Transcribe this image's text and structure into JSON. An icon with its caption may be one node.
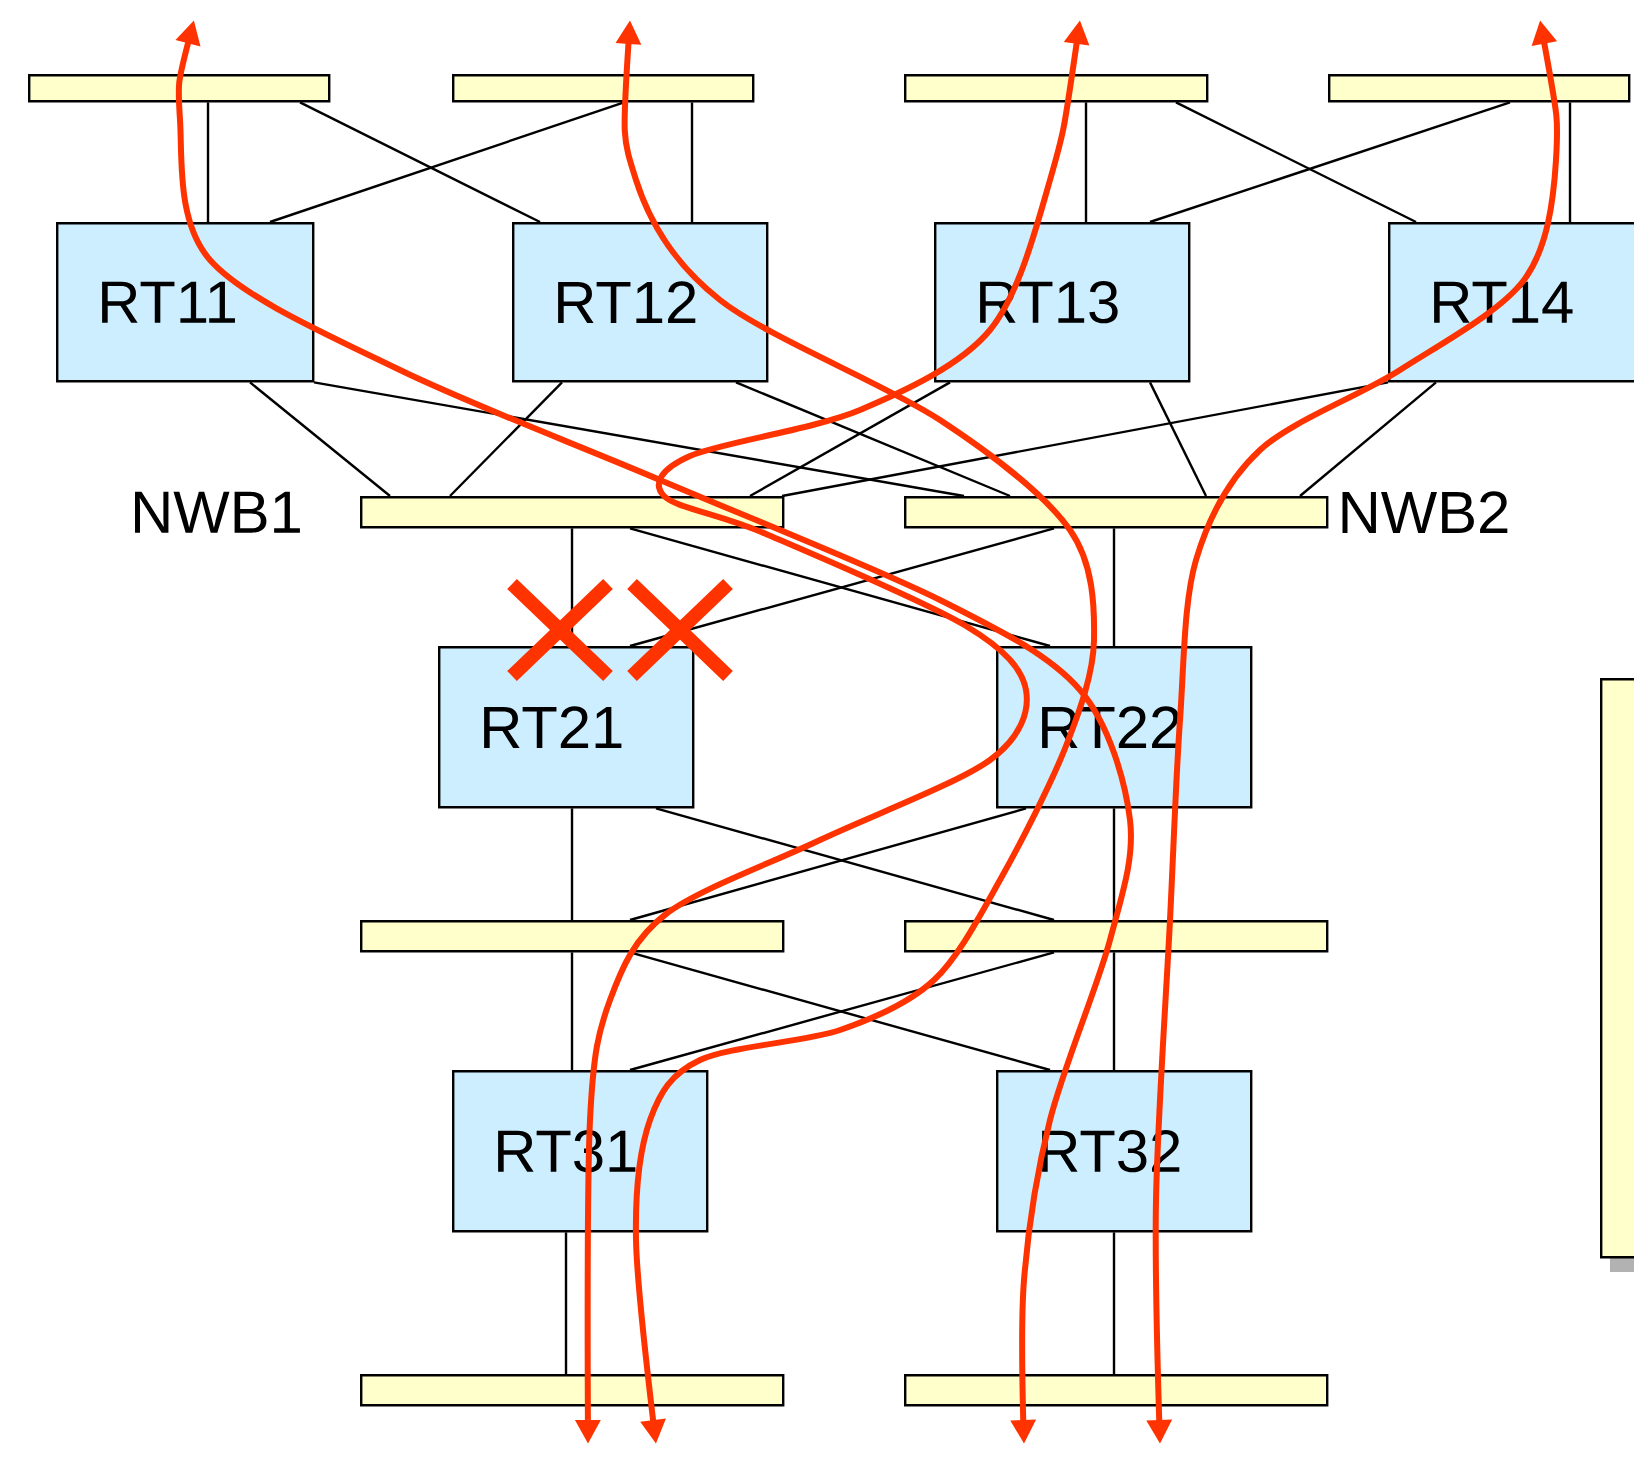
{
  "diagram": {
    "nodes": [
      {
        "text": [],
        "shape": "bar"
      },
      {
        "text": [],
        "shape": "bar"
      },
      {
        "text": [],
        "shape": "bar"
      },
      {
        "text": [],
        "shape": "bar"
      },
      {
        "text": [
          "RT11"
        ]
      },
      {
        "text": [
          "RT12"
        ]
      },
      {
        "text": [
          "RT13"
        ]
      },
      {
        "text": [
          "RT14"
        ]
      },
      {
        "text": [],
        "shape": "bar",
        "beside": [
          "NWB1"
        ]
      },
      {
        "text": [],
        "shape": "bar",
        "beside": [
          "NWB2"
        ]
      },
      {
        "text": [
          "RT21"
        ]
      },
      {
        "text": [
          "RT22"
        ]
      },
      {
        "text": [],
        "shape": "bar"
      },
      {
        "text": [],
        "shape": "bar"
      },
      {
        "text": [
          "RT31"
        ]
      },
      {
        "text": [
          "RT32"
        ]
      },
      {
        "text": [],
        "shape": "bar"
      },
      {
        "text": [],
        "shape": "bar"
      },
      {
        "text": [],
        "shape": "bar"
      }
    ],
    "edges": [
      {
        "from": 0,
        "to": 4,
        "arrow": "none"
      },
      {
        "from": 0,
        "to": 5,
        "arrow": "none"
      },
      {
        "from": 1,
        "to": 4,
        "arrow": "none"
      },
      {
        "from": 1,
        "to": 5,
        "arrow": "none"
      },
      {
        "from": 2,
        "to": 6,
        "arrow": "none"
      },
      {
        "from": 2,
        "to": 7,
        "arrow": "none"
      },
      {
        "from": 3,
        "to": 6,
        "arrow": "none"
      },
      {
        "from": 3,
        "to": 7,
        "arrow": "none"
      },
      {
        "from": 4,
        "to": 8,
        "arrow": "none"
      },
      {
        "from": 4,
        "to": 9,
        "arrow": "none"
      },
      {
        "from": 5,
        "to": 8,
        "arrow": "none"
      },
      {
        "from": 5,
        "to": 9,
        "arrow": "none"
      },
      {
        "from": 6,
        "to": 8,
        "arrow": "none"
      },
      {
        "from": 6,
        "to": 9,
        "arrow": "none"
      },
      {
        "from": 7,
        "to": 8,
        "arrow": "none"
      },
      {
        "from": 7,
        "to": 9,
        "arrow": "none"
      },
      {
        "from": 8,
        "to": 10,
        "arrow": "none"
      },
      {
        "from": 8,
        "to": 11,
        "arrow": "none"
      },
      {
        "from": 9,
        "to": 10,
        "arrow": "none"
      },
      {
        "from": 9,
        "to": 11,
        "arrow": "none"
      },
      {
        "from": 10,
        "to": 12,
        "arrow": "none"
      },
      {
        "from": 10,
        "to": 13,
        "arrow": "none"
      },
      {
        "from": 11,
        "to": 12,
        "arrow": "none"
      },
      {
        "from": 11,
        "to": 13,
        "arrow": "none"
      },
      {
        "from": 12,
        "to": 14,
        "arrow": "none"
      },
      {
        "from": 12,
        "to": 15,
        "arrow": "none"
      },
      {
        "from": 13,
        "to": 14,
        "arrow": "none"
      },
      {
        "from": 13,
        "to": 15,
        "arrow": "none"
      },
      {
        "from": 14,
        "to": 16,
        "arrow": "none"
      },
      {
        "from": 15,
        "to": 17,
        "arrow": "none"
      }
    ]
  }
}
